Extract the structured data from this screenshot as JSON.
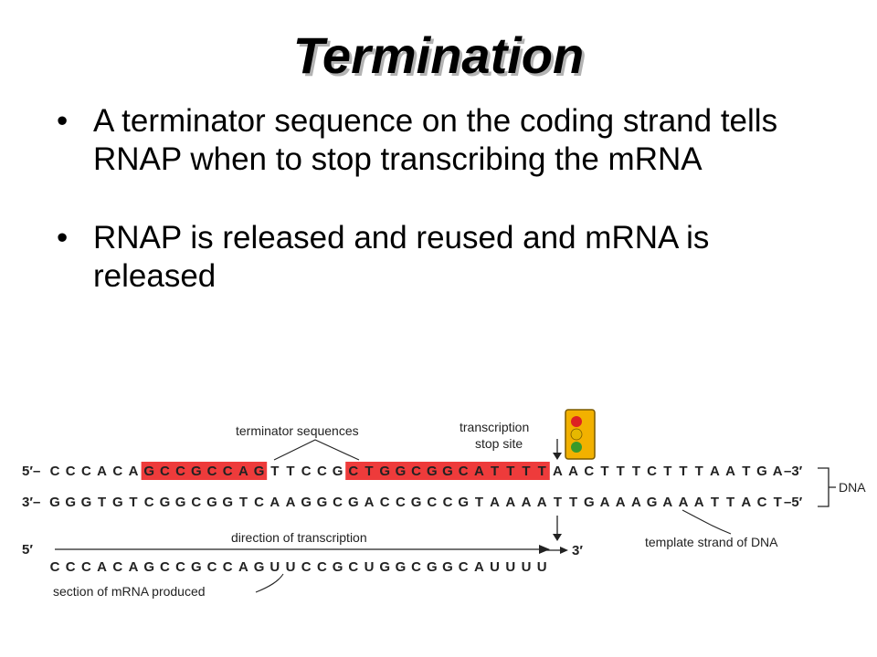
{
  "slide": {
    "title": "Termination",
    "bullets": [
      "A terminator sequence on the coding strand tells RNAP when to stop transcribing the mRNA",
      "RNAP is released and reused and mRNA is released"
    ],
    "bullet_glyph": "•"
  },
  "diagram": {
    "colors": {
      "highlight": "#ee3b3b",
      "text": "#222222",
      "light_red": "#dd2222",
      "light_yellow": "#e6b800",
      "light_green": "#3a9a2a",
      "light_box": "#f2b100"
    },
    "coding_strand": {
      "prefix": "5′–",
      "sequence": "CCCACAGCCGCCAGTTCCGCTGGCGGCATTTTAACTTTCTTTAATGA",
      "suffix": "–3′",
      "highlight_runs": [
        [
          6,
          14
        ],
        [
          19,
          32
        ]
      ]
    },
    "template_strand": {
      "prefix": "3′–",
      "sequence": "GGGTGTCGGCGGTCAAGGCGACCGCCGTAAAATTGAAAGAAATTACT",
      "suffix": "–5′"
    },
    "mrna": {
      "prefix": "5′",
      "sequence": "CCCACAGCCGCCAGUUCCGCUGGCGGCAUUUU",
      "suffix": "3′"
    },
    "labels": {
      "terminator": "terminator sequences",
      "stop_site_line1": "transcription",
      "stop_site_line2": "stop site",
      "dna": "DNA",
      "direction": "direction of transcription",
      "template": "template strand of DNA",
      "mrna_section": "section of mRNA produced"
    },
    "traffic_light_icon": "traffic-light-icon"
  }
}
